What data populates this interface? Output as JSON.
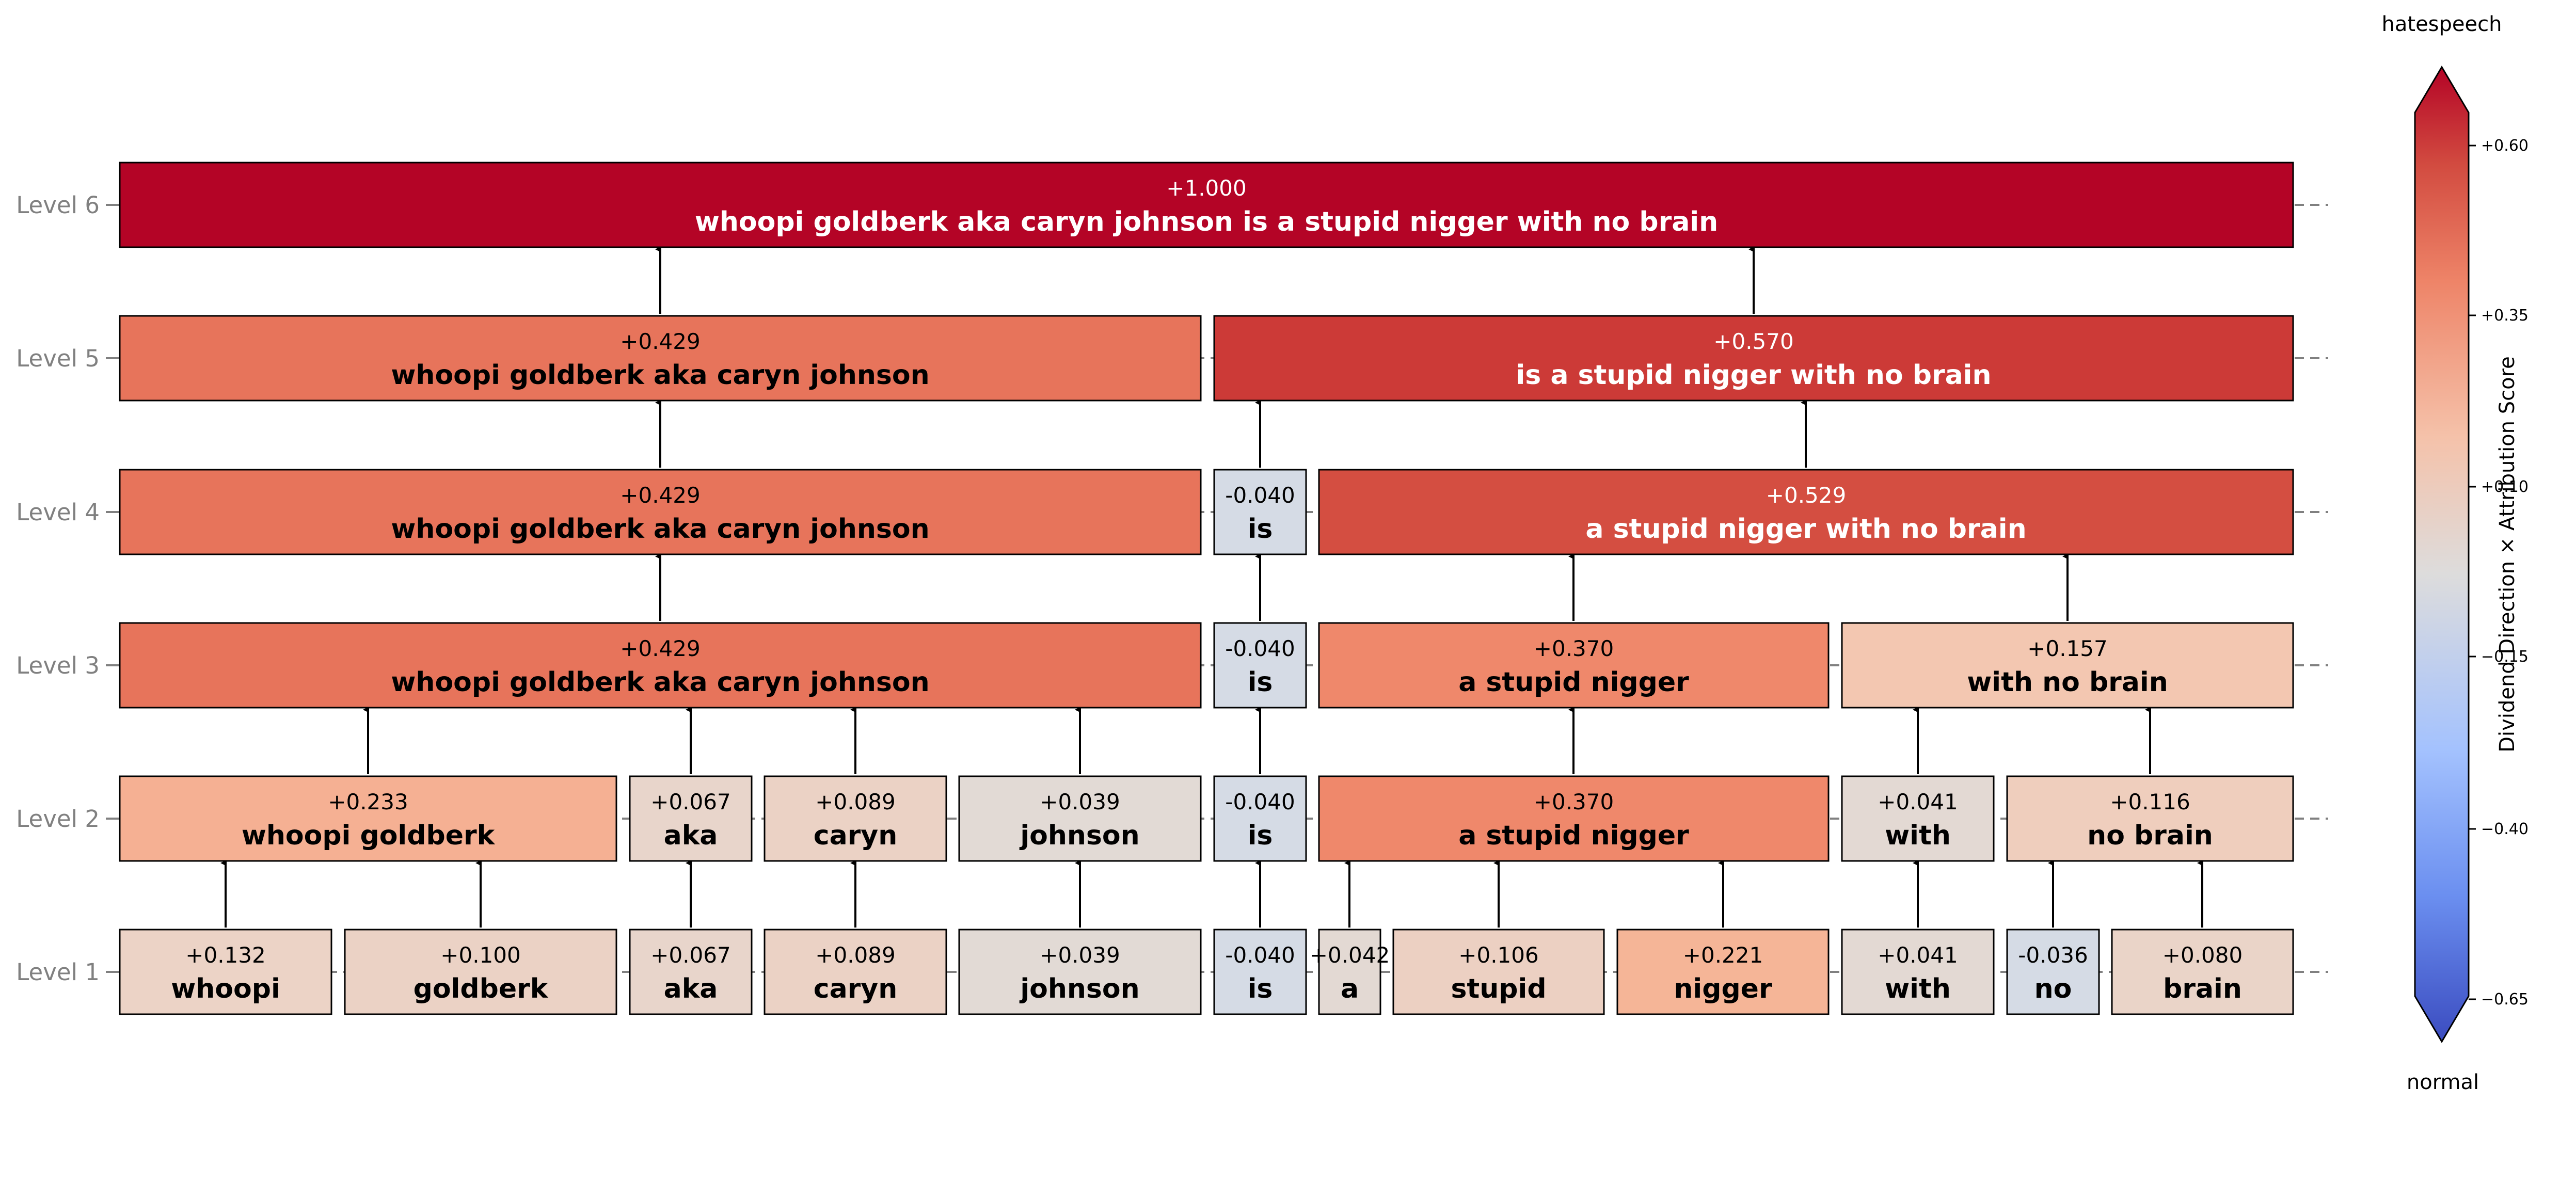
{
  "levels": [
    "Level 1",
    "Level 2",
    "Level 3",
    "Level 4",
    "Level 5",
    "Level 6"
  ],
  "nodes": [
    {
      "level": 1,
      "score": "+0.132",
      "text": "whoopi",
      "color": "#ecd3c6"
    },
    {
      "level": 1,
      "score": "+0.100",
      "text": "goldberk",
      "color": "#ebd2c5"
    },
    {
      "level": 1,
      "score": "+0.067",
      "text": "aka",
      "color": "#e8d5cb"
    },
    {
      "level": 1,
      "score": "+0.089",
      "text": "caryn",
      "color": "#ebd2c5"
    },
    {
      "level": 1,
      "score": "+0.039",
      "text": "johnson",
      "color": "#e2dad5"
    },
    {
      "level": 1,
      "score": "-0.040",
      "text": "is",
      "color": "#d5dbe5"
    },
    {
      "level": 1,
      "score": "+0.042",
      "text": "a",
      "color": "#e3d9d3"
    },
    {
      "level": 1,
      "score": "+0.106",
      "text": "stupid",
      "color": "#ecd0c2"
    },
    {
      "level": 1,
      "score": "+0.221",
      "text": "nigger",
      "color": "#f5b597"
    },
    {
      "level": 1,
      "score": "+0.041",
      "text": "with",
      "color": "#e3d9d3"
    },
    {
      "level": 1,
      "score": "-0.036",
      "text": "no",
      "color": "#d5dbe5"
    },
    {
      "level": 1,
      "score": "+0.080",
      "text": "brain",
      "color": "#ead4c8"
    },
    {
      "level": 2,
      "score": "+0.233",
      "text": "whoopi goldberk",
      "color": "#f5b093"
    },
    {
      "level": 2,
      "score": "+0.067",
      "text": "aka",
      "color": "#e8d5cb"
    },
    {
      "level": 2,
      "score": "+0.089",
      "text": "caryn",
      "color": "#ebd2c5"
    },
    {
      "level": 2,
      "score": "+0.039",
      "text": "johnson",
      "color": "#e2dad5"
    },
    {
      "level": 2,
      "score": "-0.040",
      "text": "is",
      "color": "#d5dbe5"
    },
    {
      "level": 2,
      "score": "+0.370",
      "text": "a stupid nigger",
      "color": "#ef886b"
    },
    {
      "level": 2,
      "score": "+0.041",
      "text": "with",
      "color": "#e3d9d3"
    },
    {
      "level": 2,
      "score": "+0.116",
      "text": "no brain",
      "color": "#efcebd"
    },
    {
      "level": 3,
      "score": "+0.429",
      "text": "whoopi goldberk aka caryn johnson",
      "color": "#e7745b"
    },
    {
      "level": 3,
      "score": "-0.040",
      "text": "is",
      "color": "#d5dbe5"
    },
    {
      "level": 3,
      "score": "+0.370",
      "text": "a stupid nigger",
      "color": "#ef886b"
    },
    {
      "level": 3,
      "score": "+0.157",
      "text": "with no brain",
      "color": "#f3c7b1"
    },
    {
      "level": 4,
      "score": "+0.429",
      "text": "whoopi goldberk aka caryn johnson",
      "color": "#e7745b"
    },
    {
      "level": 4,
      "score": "-0.040",
      "text": "is",
      "color": "#d5dbe5"
    },
    {
      "level": 4,
      "score": "+0.529",
      "text": "a stupid nigger with no brain",
      "color": "#d44e41"
    },
    {
      "level": 5,
      "score": "+0.429",
      "text": "whoopi goldberk aka caryn johnson",
      "color": "#e7745b"
    },
    {
      "level": 5,
      "score": "+0.570",
      "text": "is a stupid nigger with no brain",
      "color": "#cc3a37"
    },
    {
      "level": 6,
      "score": "+1.000",
      "text": "whoopi goldberk aka caryn johnson is a stupid nigger with no brain",
      "color": "#b40426"
    }
  ],
  "colorbar": {
    "top_label": "hatespeech",
    "bottom_label": "normal",
    "axis_label": "Dividend Direction × Attribution Score",
    "ticks": [
      "+0.60",
      "+0.35",
      "+0.10",
      "−0.15",
      "−0.40",
      "−0.65"
    ]
  }
}
